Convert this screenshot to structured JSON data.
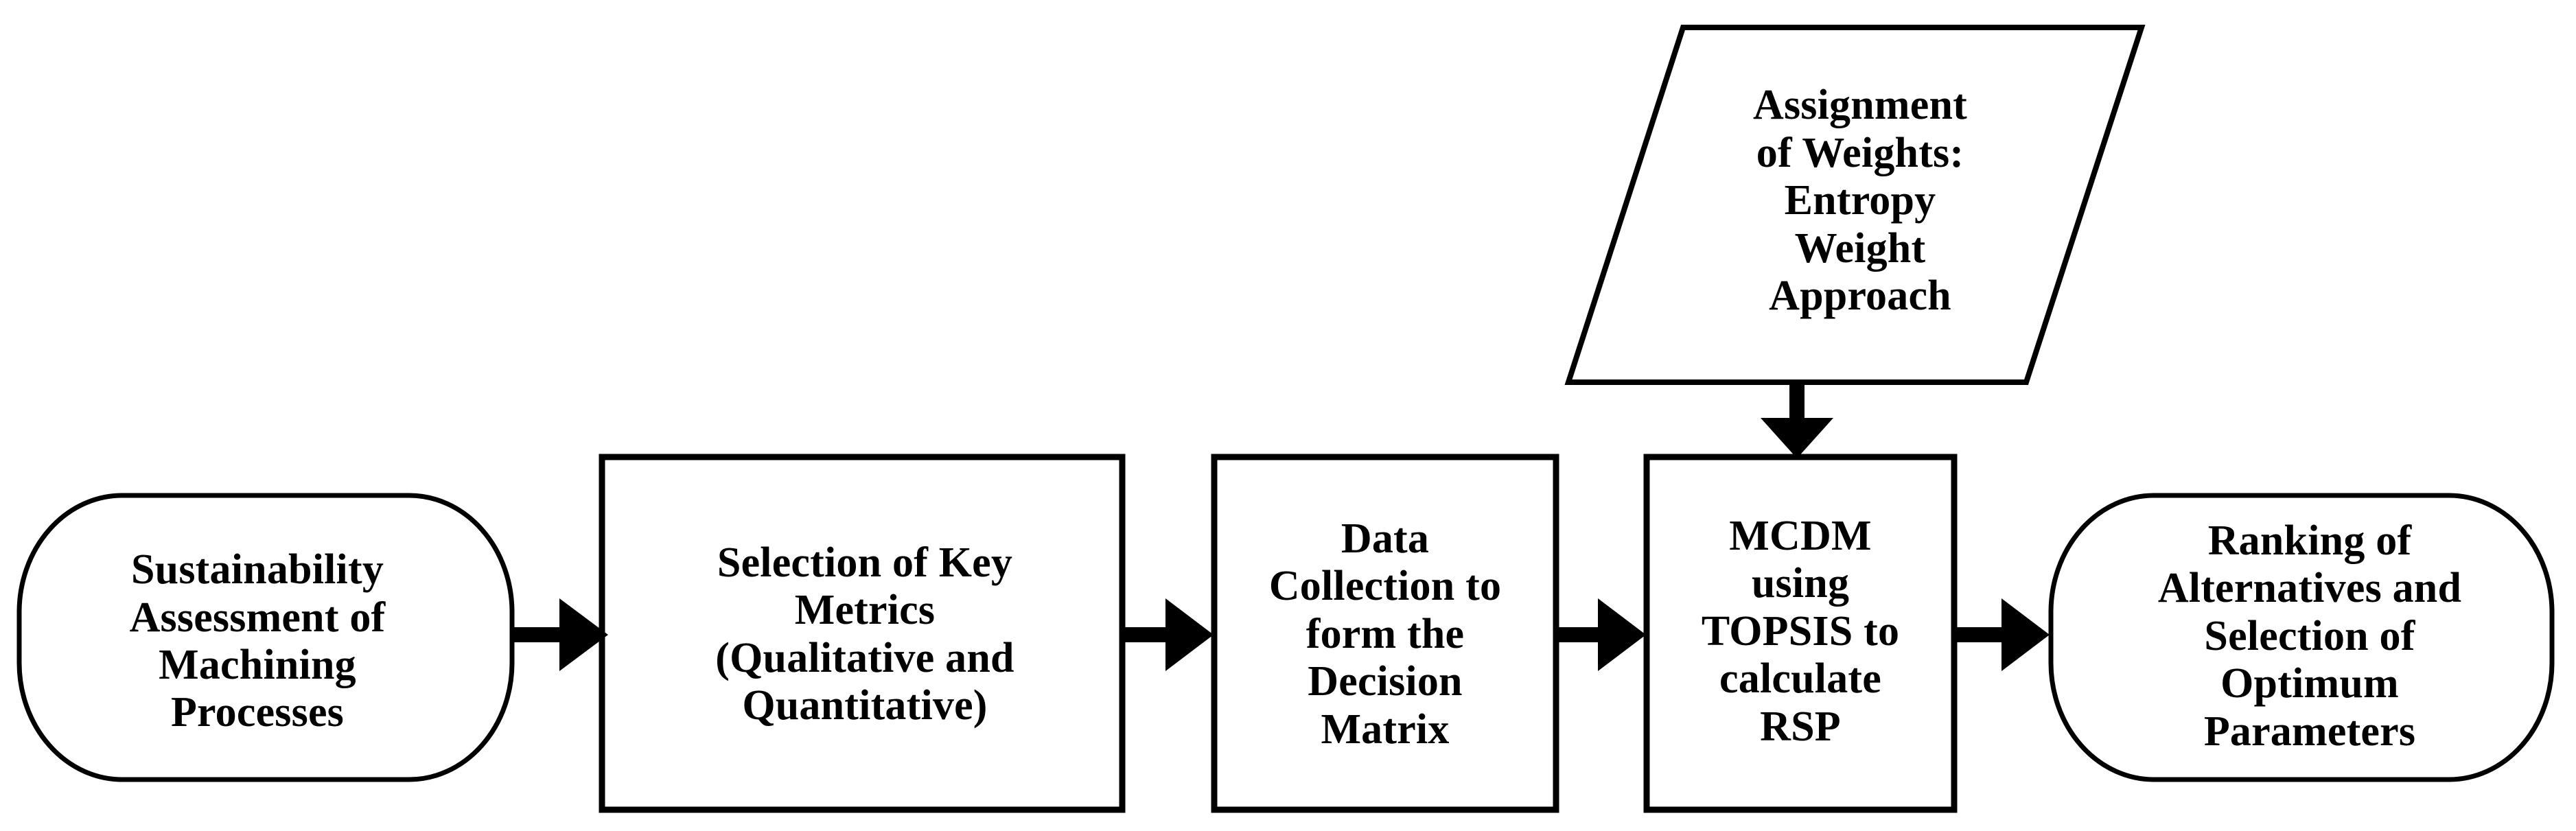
{
  "diagram": {
    "title": "Sustainability assessment MCDM methodology flowchart",
    "background_color": "#ffffff",
    "stroke_color": "#000000",
    "nodes": [
      {
        "id": "start",
        "shape": "rounded-rectangle",
        "lines": [
          "Sustainability",
          "Assessment of",
          "Machining",
          "Processes"
        ]
      },
      {
        "id": "metrics",
        "shape": "rectangle",
        "lines": [
          "Selection of Key",
          "Metrics",
          "(Qualitative and",
          "Quantitative)"
        ]
      },
      {
        "id": "data",
        "shape": "rectangle",
        "lines": [
          "Data",
          "Collection to",
          "form the",
          "Decision",
          "Matrix"
        ]
      },
      {
        "id": "mcdm",
        "shape": "rectangle",
        "lines": [
          "MCDM",
          "using",
          "TOPSIS to",
          "calculate",
          "RSP"
        ]
      },
      {
        "id": "ranking",
        "shape": "rounded-rectangle",
        "lines": [
          "Ranking of",
          "Alternatives and",
          "Selection of",
          "Optimum",
          "Parameters"
        ]
      },
      {
        "id": "weights",
        "shape": "parallelogram",
        "lines": [
          "Assignment",
          "of Weights:",
          "Entropy",
          "Weight",
          "Approach"
        ]
      }
    ],
    "edges": [
      {
        "id": "start-to-metrics",
        "from": "start",
        "to": "metrics",
        "direction": "right",
        "arrowhead": "filled-triangle"
      },
      {
        "id": "metrics-to-data",
        "from": "metrics",
        "to": "data",
        "direction": "right",
        "arrowhead": "filled-triangle"
      },
      {
        "id": "data-to-mcdm",
        "from": "data",
        "to": "mcdm",
        "direction": "right",
        "arrowhead": "filled-triangle"
      },
      {
        "id": "mcdm-to-ranking",
        "from": "mcdm",
        "to": "ranking",
        "direction": "right",
        "arrowhead": "filled-triangle"
      },
      {
        "id": "weights-to-mcdm",
        "from": "weights",
        "to": "mcdm",
        "direction": "down",
        "arrowhead": "filled-triangle"
      }
    ]
  }
}
